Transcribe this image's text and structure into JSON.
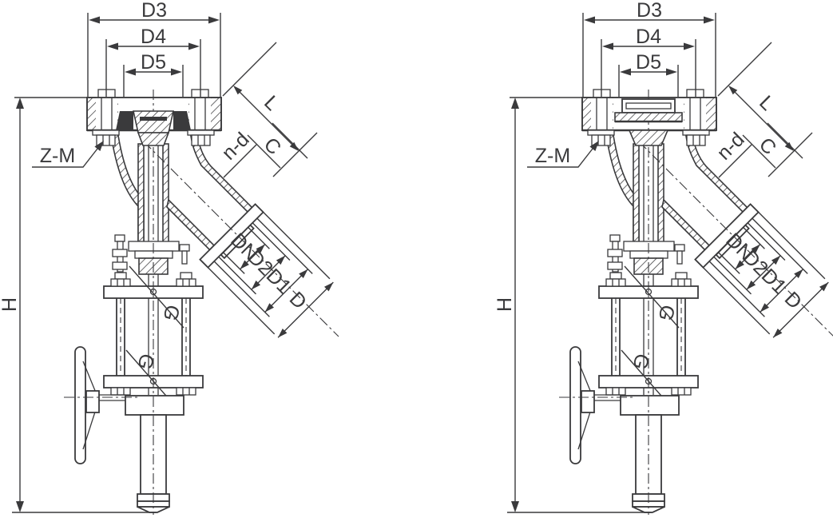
{
  "drawing": {
    "type": "valve-sectional-technical-drawing",
    "background": "#ffffff",
    "line_color": "#3a3a3c",
    "views": [
      {
        "name": "angle-valve-section-left",
        "labels": {
          "d3": "D3",
          "d4": "D4",
          "d5": "D5",
          "z_m": "Z-M",
          "h": "H",
          "l": "L",
          "n_d": "n-d",
          "c": "C",
          "dn": "DN",
          "d2": "D2",
          "d1": "D1",
          "d": "D",
          "g_top": "G",
          "g_bottom": "G"
        }
      },
      {
        "name": "angle-valve-section-right",
        "labels": {
          "d3": "D3",
          "d4": "D4",
          "d5": "D5",
          "z_m": "Z-M",
          "h": "H",
          "l": "L",
          "n_d": "n-d",
          "c": "C",
          "dn": "DN",
          "d2": "D2",
          "d1": "D1",
          "d": "D",
          "g_top": "G",
          "g_bottom": "G"
        }
      }
    ]
  }
}
